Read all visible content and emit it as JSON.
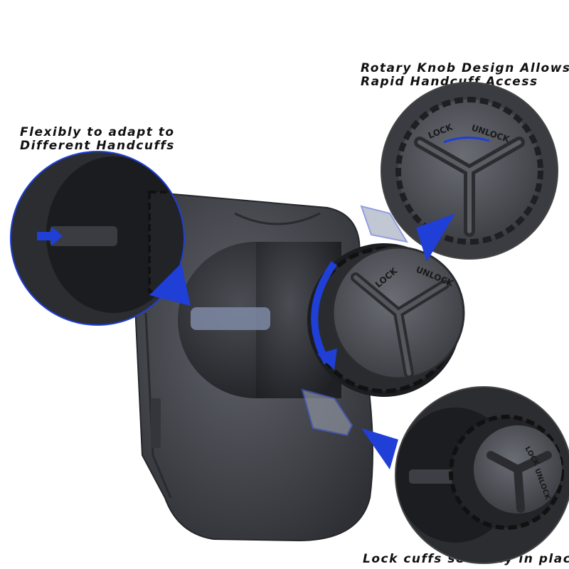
{
  "captions": {
    "rotary_line1": "Rotary Knob Design Allows",
    "rotary_line2": "Rapid Handcuff Access",
    "flex_line1": "Flexibly to adapt to",
    "flex_line2": "Different Handcuffs",
    "lock_line": "Lock cuffs securely in place"
  },
  "knob_labels": {
    "lock": "LOCK",
    "unlock": "UNLOCK"
  },
  "colors": {
    "accent_blue": "#1f3fd6",
    "body_dark": "#3b3d42",
    "body_mid": "#55585e",
    "background": "#ffffff"
  }
}
